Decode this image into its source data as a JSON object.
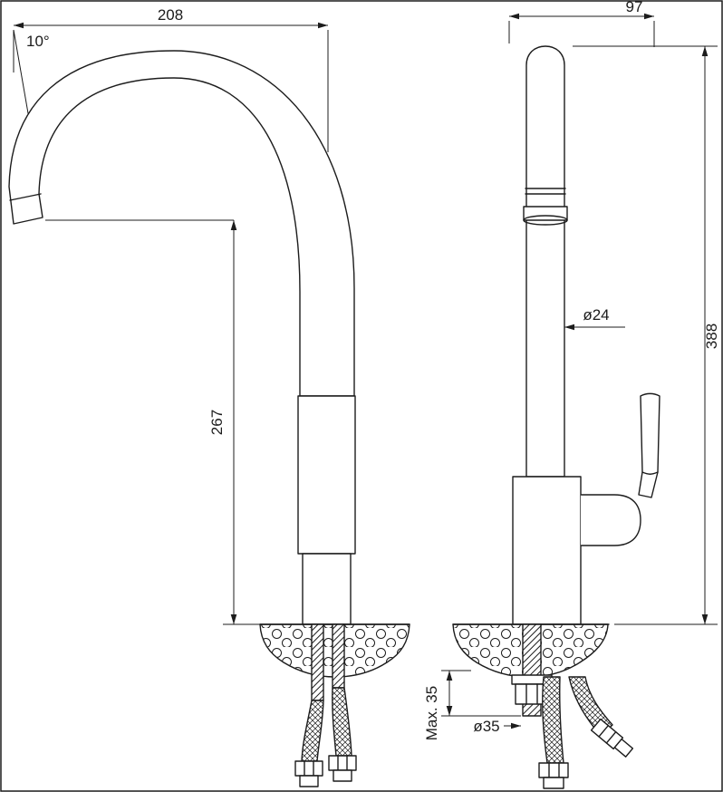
{
  "colors": {
    "line": "#1c1c1c",
    "background": "#ffffff"
  },
  "views": {
    "side": {
      "dims": {
        "spout_reach": "208",
        "spout_angle": "10°",
        "spout_height": "267"
      }
    },
    "front": {
      "dims": {
        "body_depth": "97",
        "spout_tube_diameter": "ø24",
        "overall_height": "388",
        "max_deck_thickness": "Max. 35",
        "mounting_hole_diameter": "ø35"
      }
    }
  }
}
